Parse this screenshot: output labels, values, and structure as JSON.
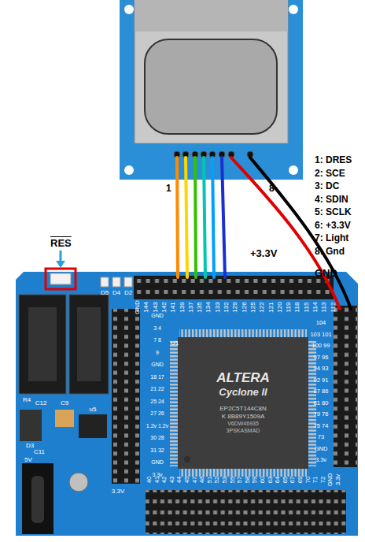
{
  "diagram": {
    "nodes": [
      {
        "text": [
          "ALTERA",
          "Cyclone II",
          "EP2C5T144C8N",
          "K 8B89Y1509A",
          "V6DW46935",
          "3PSKASMAD"
        ]
      }
    ],
    "labels": [
      "1: DRES",
      "2: SCE",
      "3: DC",
      "4: SDIN",
      "5: SCLK",
      "6: +3.3V",
      "7: Light",
      "8: Gnd",
      "1",
      "8",
      "+3.3V",
      "GND",
      "RES",
      "GND",
      "144",
      "143",
      "142",
      "141",
      "139",
      "137",
      "135",
      "134",
      "133",
      "132",
      "129",
      "126",
      "125",
      "122",
      "121",
      "120",
      "119",
      "118",
      "115",
      "114",
      "113",
      "112",
      "GND",
      "3 4",
      "7 8",
      "9",
      "GND",
      "18 17",
      "21 22",
      "25 24",
      "27 26",
      "1.2v 1.2v",
      "30 28",
      "31 32",
      "GND",
      "3.3v",
      "104",
      "103 101",
      "100 99",
      "97 96",
      "94 93",
      "92 91",
      "87 86",
      "81 80",
      "79 76",
      "75 74",
      "73",
      "GND",
      "3.3v",
      "40",
      "41",
      "42",
      "43",
      "44",
      "45",
      "47",
      "48",
      "51",
      "52",
      "53",
      "55",
      "57",
      "58",
      "59",
      "60",
      "63",
      "64",
      "65",
      "67",
      "69",
      "70",
      "71",
      "72",
      "GND",
      "3.3v",
      "U1",
      "D5",
      "D4",
      "D2",
      "C12",
      "C9",
      "u5",
      "R4",
      "D3",
      "C11",
      "5V",
      "3.3V"
    ]
  }
}
